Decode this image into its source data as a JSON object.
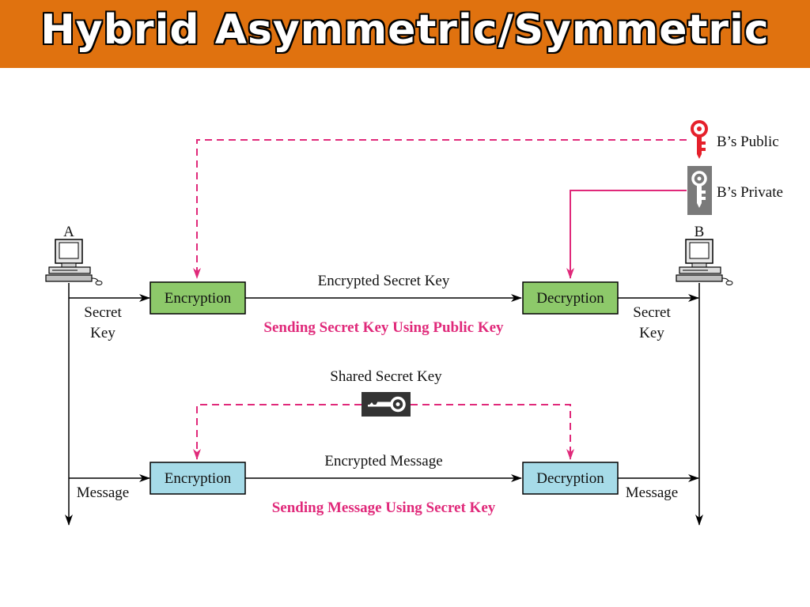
{
  "title": "Hybrid Asymmetric/Symmetric",
  "colors": {
    "title_bar": "#e0720f",
    "accent_pink": "#e0297a",
    "green_box": "#8dc96a",
    "blue_box": "#a6dbe8",
    "public_key": "#e5202b"
  },
  "keys": {
    "public_label": "B’s Public",
    "private_label": "B’s Private",
    "shared_label": "Shared Secret Key"
  },
  "nodes": {
    "a_label": "A",
    "b_label": "B"
  },
  "top_flow": {
    "enc_label": "Encryption",
    "dec_label": "Decryption",
    "channel_label": "Encrypted Secret Key",
    "caption": "Sending Secret Key Using Public Key",
    "left_line1": "Secret",
    "left_line2": "Key",
    "right_line1": "Secret",
    "right_line2": "Key"
  },
  "bottom_flow": {
    "enc_label": "Encryption",
    "dec_label": "Decryption",
    "channel_label": "Encrypted Message",
    "caption": "Sending Message Using Secret Key",
    "left_label": "Message",
    "right_label": "Message"
  }
}
